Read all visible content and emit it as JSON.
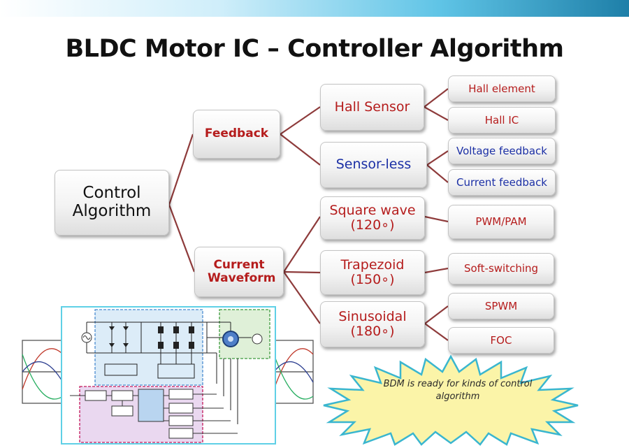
{
  "title": "BLDC Motor IC – Controller Algorithm",
  "root": "Control Algorithm",
  "level1": {
    "feedback": "Feedback",
    "current_waveform": "Current Waveform"
  },
  "level2": {
    "hall_sensor": "Hall Sensor",
    "sensor_less": "Sensor-less",
    "square_wave": "Square wave (120∘)",
    "trapezoid": "Trapezoid (150∘)",
    "sinusoidal": "Sinusoidal (180∘)"
  },
  "level3": {
    "hall_element": "Hall element",
    "hall_ic": "Hall IC",
    "voltage_feedback": "Voltage feedback",
    "current_feedback": "Current feedback",
    "pwm_pam": "PWM/PAM",
    "soft_switching": "Soft-switching",
    "spwm": "SPWM",
    "foc": "FOC"
  },
  "callout": "BDM is ready for kinds of control algorithm",
  "colors": {
    "connector": "#8e3b3b",
    "red_text": "#b51c1c",
    "blue_text": "#1b2fa5",
    "burst_fill": "#fbf4a8",
    "burst_stroke": "#3ab6cf"
  }
}
